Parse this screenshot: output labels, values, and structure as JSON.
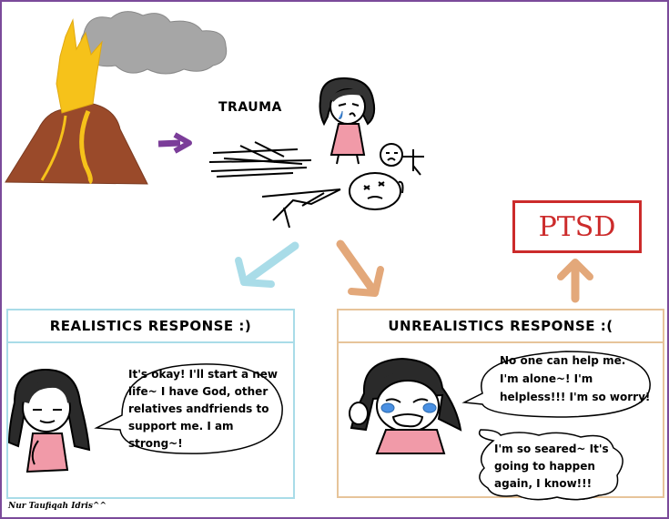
{
  "trauma_label": "TRAUMA",
  "ptsd_label": "PTSD",
  "realistic": {
    "title": "REALISTICS   RESPONSE   :)",
    "lines": [
      "It's okay! I'll start a new",
      "life~ I have God, other",
      "relatives andfriends to",
      "support me. I am",
      "strong~!"
    ]
  },
  "unrealistic": {
    "title": "UNREALISTICS   RESPONSE   :(",
    "bubble1": [
      "No one can help me.",
      "I'm alone~! I'm",
      "helpless!!! I'm so worry!"
    ],
    "bubble2": [
      "I'm so seared~ It's",
      "going to happen",
      "again, I know!!!"
    ]
  },
  "credit": "Nur Taufiqah Idris^^",
  "colors": {
    "frame": "#7b4a9a",
    "lava": "#f6c21a",
    "volcano": "#9a4a2a",
    "smoke": "#a6a6a6",
    "arrow_purple": "#7b3d99",
    "arrow_blue": "#a9dce8",
    "arrow_tan": "#e3a87a",
    "ptsd_red": "#cc2b2b",
    "dress_pink": "#f19aa8"
  }
}
